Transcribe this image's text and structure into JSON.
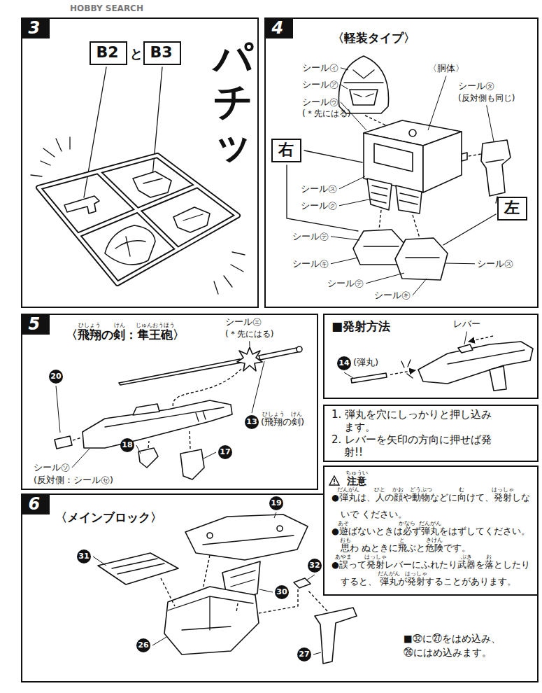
{
  "diagram": {
    "nodes": [
      {
        "text": [
          "3"
        ]
      },
      {
        "text": [
          "B2"
        ],
        "in": 0
      },
      {
        "text": [
          "B3"
        ],
        "in": 0
      },
      {
        "text": [
          "4",
          "〈軽装タイプ〉"
        ]
      },
      {
        "text": [
          "右"
        ],
        "in": 3
      },
      {
        "text": [
          "左"
        ],
        "in": 3
      },
      {
        "text": [
          "5",
          "〈飛翔の剣：隼王砲〉"
        ]
      },
      {
        "text": [
          "■発射方法"
        ]
      },
      {
        "text": [
          "1. 弾丸を穴にしっかりと押し込み ます。",
          "2. レバーを矢印の方向に押せば発 射!!"
        ]
      },
      {
        "text": [
          "注意",
          "●弾丸は、人の顔や動物などに向けて、発射しないで ください。",
          "●遊ばないときは必ず弾丸をはずしてください。思わ ぬときに飛ぶと危険です。",
          "●誤って発射レバーにふれたり武器を落としたりすると、 弾丸が発射することがあります。"
        ]
      },
      {
        "text": [
          "6",
          "〈メインブロック〉"
        ]
      }
    ],
    "labels": [
      "HOBBY SEARCH",
      "と",
      "パチッ",
      "シール㋑",
      "シール㋐",
      "シール㋒",
      "(＊先にはる)",
      "〈胴体〉",
      "シール㋟",
      "(反対側も同じ)",
      "シール㋜",
      "シール㋗",
      "シール㋢",
      "シール㋖",
      "シール㋜",
      "シール㋢",
      "シール㋖",
      "ひしょう",
      "けん",
      "じゅんおうほう",
      "シール㋓",
      "(＊先にはる)",
      "20",
      "13",
      "(飛翔の剣)",
      "ひしょう",
      "けん",
      "18",
      "17",
      "シール㋞",
      "(反対側：シール㋝)",
      "レバー",
      "14",
      "(弾丸)",
      "ちゅうい",
      "だんがん",
      "ひと",
      "かお",
      "どうぶつ",
      "む",
      "はっしゃ",
      "あそ",
      "かなら",
      "だんがん",
      "おも",
      "と",
      "きけん",
      "あやま",
      "はっしゃ",
      "ぶき",
      "お",
      "だんがん",
      "はっしゃ",
      "19",
      "31",
      "30",
      "32",
      "26",
      "27",
      "■㉜に㉗をはめ込み、 ㉖にはめ込みます。"
    ]
  }
}
